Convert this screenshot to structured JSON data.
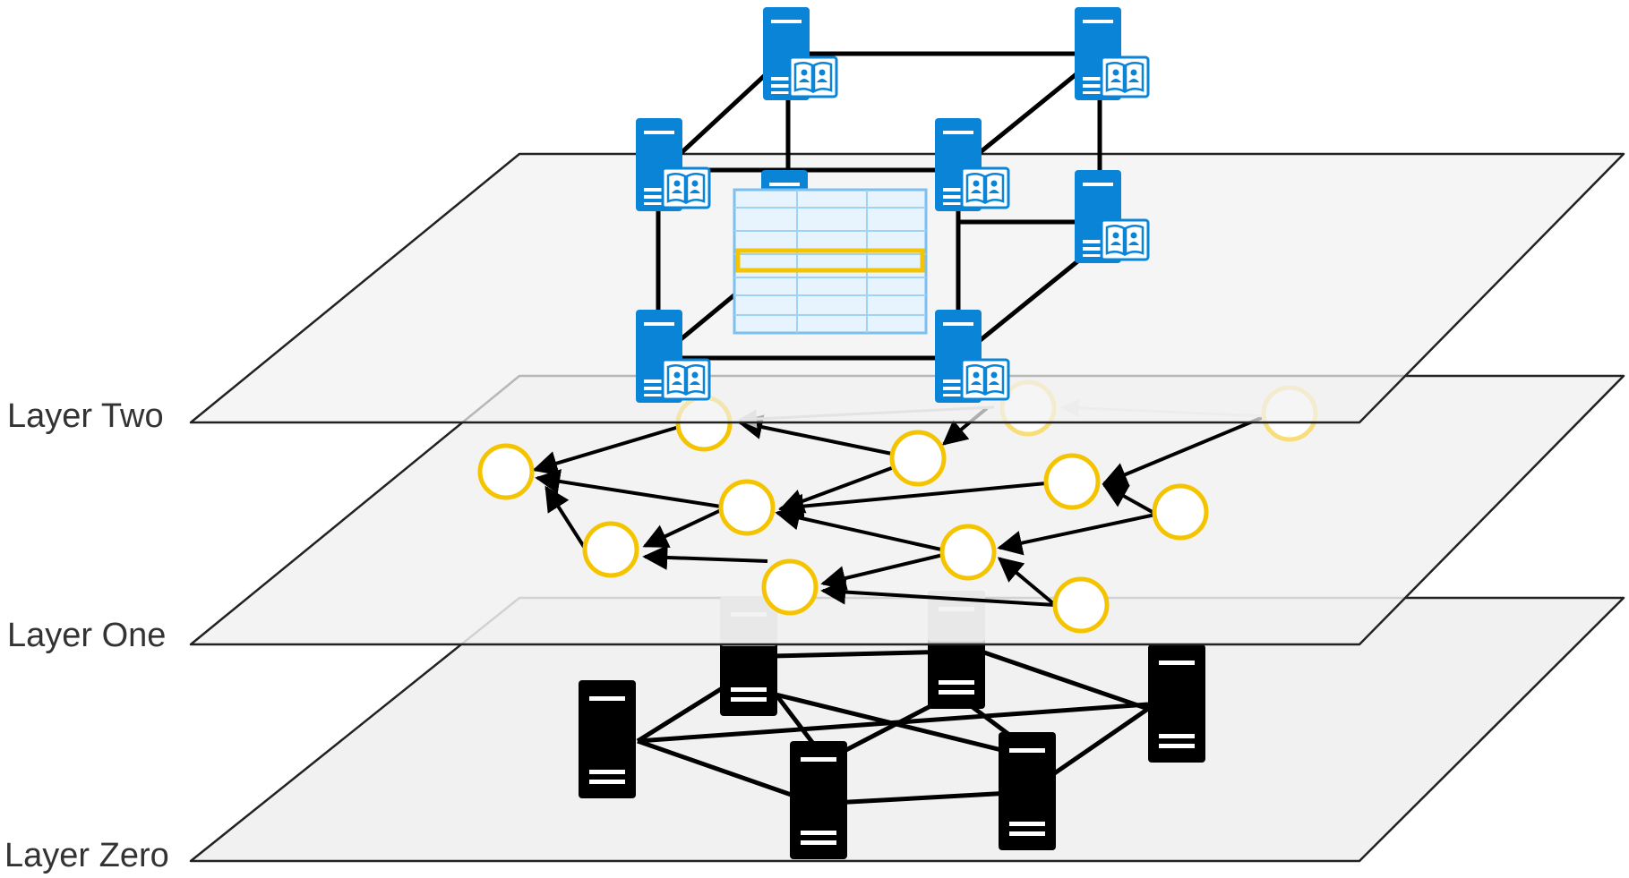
{
  "labels": {
    "layer_two": "Layer Two",
    "layer_one": "Layer One",
    "layer_zero": "Layer Zero"
  },
  "colors": {
    "plane_fill": "#f1f1f1",
    "plane_stroke": "#222222",
    "server_blue": "#0a84d6",
    "node_ring": "#f5c400",
    "server_black": "#000000",
    "server_faded": "#aaaaaa"
  },
  "icons": {
    "layer_two_node": "directory-server-icon",
    "layer_two_table": "routing-table-icon",
    "layer_one_node": "circle-node-icon",
    "layer_zero_node": "server-tower-icon"
  }
}
